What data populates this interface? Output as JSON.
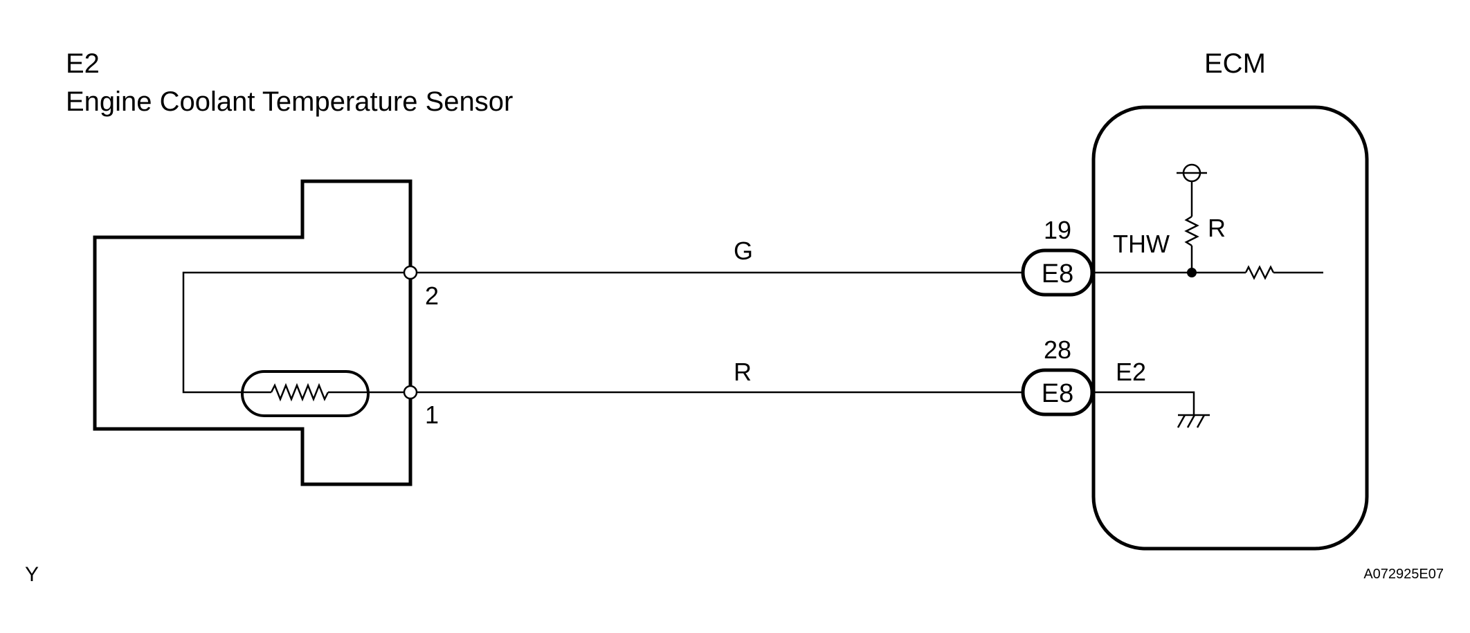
{
  "sensor": {
    "code": "E2",
    "name": "Engine Coolant Temperature Sensor",
    "pin_top": "2",
    "pin_bottom": "1"
  },
  "ecm": {
    "title": "ECM",
    "terminal_top": "THW",
    "terminal_bottom": "E2",
    "pullup_label": "R"
  },
  "wires": [
    {
      "color_label": "G",
      "connector": "E8",
      "pin": "19"
    },
    {
      "color_label": "R",
      "connector": "E8",
      "pin": "28"
    }
  ],
  "footer": {
    "corner_mark": "Y",
    "figure_code": "A072925E07"
  }
}
